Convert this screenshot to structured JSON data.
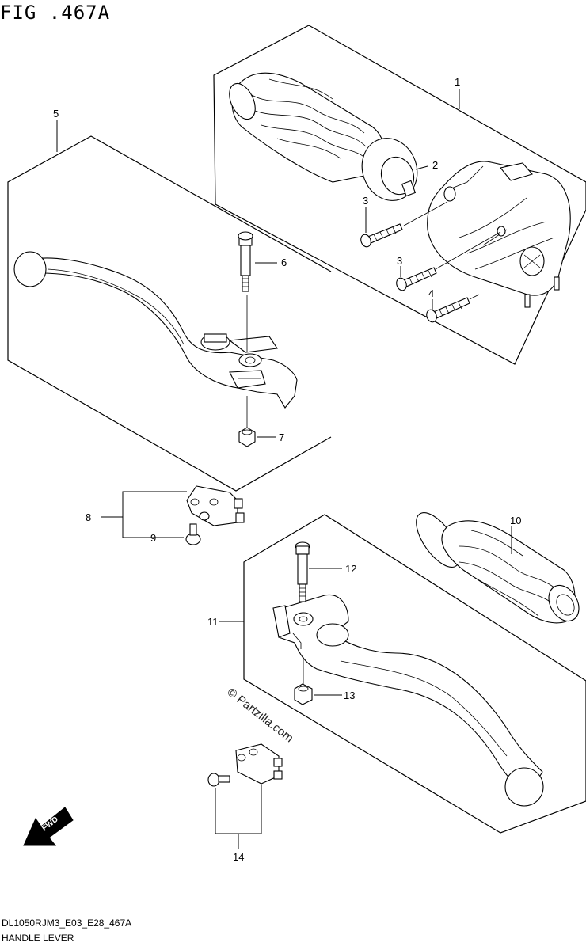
{
  "figure": {
    "title": "FIG .467A",
    "footer_code": "DL1050RJM3_E03_E28_467A",
    "footer_name": "HANDLE LEVER"
  },
  "watermark": "© Partzilla.com",
  "fwd_label": "FWD",
  "callouts": {
    "c1": "1",
    "c2": "2",
    "c3a": "3",
    "c3b": "3",
    "c4": "4",
    "c5": "5",
    "c6": "6",
    "c7": "7",
    "c8": "8",
    "c9": "9",
    "c10": "10",
    "c11": "11",
    "c12": "12",
    "c13": "13",
    "c14": "14"
  },
  "icons": [
    "fwd-arrow-icon"
  ]
}
